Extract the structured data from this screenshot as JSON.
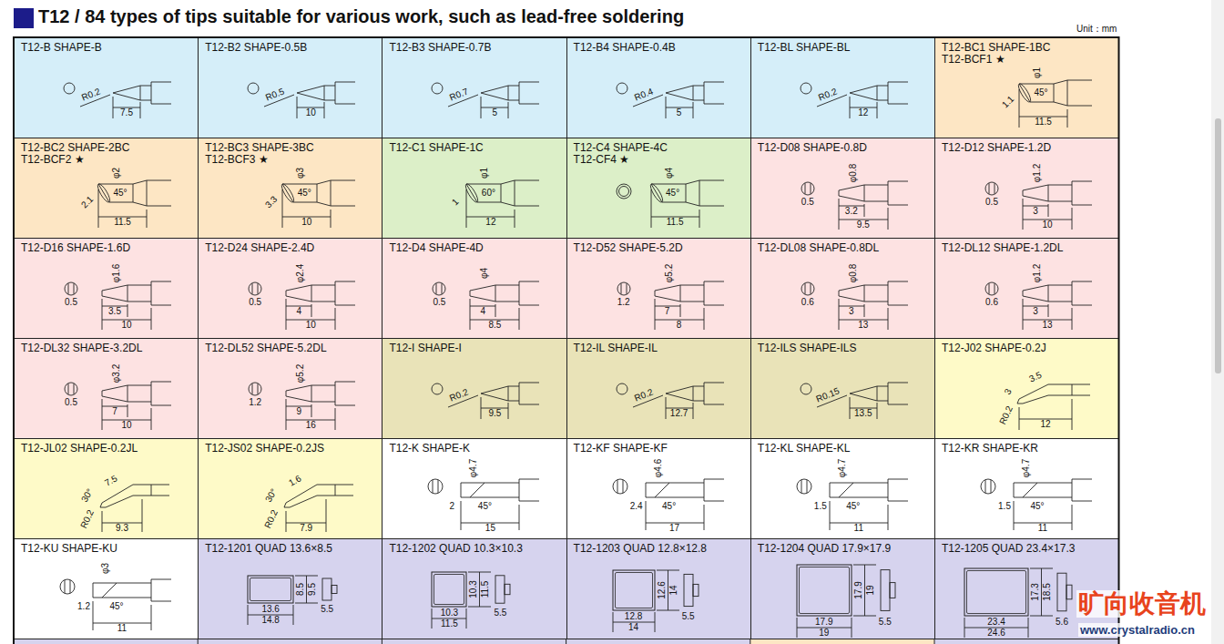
{
  "diagram": {
    "title": "T12 / 84 types of tips suitable for various work, such as lead-free soldering",
    "nodes": [
      {
        "text": [
          "T12-B SHAPE-B",
          "R0.2",
          "7.5"
        ]
      },
      {
        "text": [
          "T12-B2 SHAPE-0.5B",
          "R0.5",
          "10"
        ]
      },
      {
        "text": [
          "T12-B3 SHAPE-0.7B",
          "R0.7",
          "5"
        ]
      },
      {
        "text": [
          "T12-B4 SHAPE-0.4B",
          "R0.4",
          "5"
        ]
      },
      {
        "text": [
          "T12-BL SHAPE-BL",
          "R0.2",
          "12"
        ]
      },
      {
        "text": [
          "T12-BC1 SHAPE-1BC",
          "T12-BCF1 ★",
          "φ1",
          "1.1",
          "45°",
          "11.5"
        ]
      },
      {
        "text": [
          "T12-BC2 SHAPE-2BC",
          "T12-BCF2 ★",
          "φ2",
          "2.1",
          "45°",
          "11.5"
        ]
      },
      {
        "text": [
          "T12-BC3 SHAPE-3BC",
          "T12-BCF3 ★",
          "φ3",
          "3.3",
          "45°",
          "10"
        ]
      },
      {
        "text": [
          "T12-C1 SHAPE-1C",
          "φ1",
          "1",
          "60°",
          "12"
        ]
      },
      {
        "text": [
          "T12-C4 SHAPE-4C",
          "T12-CF4 ★",
          "φ4",
          "45°",
          "11.5"
        ]
      },
      {
        "text": [
          "T12-D08 SHAPE-0.8D",
          "φ0.8",
          "0.5",
          "3.2",
          "9.5"
        ]
      },
      {
        "text": [
          "T12-D12 SHAPE-1.2D",
          "φ1.2",
          "0.5",
          "3",
          "10"
        ]
      },
      {
        "text": [
          "T12-D16 SHAPE-1.6D",
          "φ1.6",
          "0.5",
          "3.5",
          "10"
        ]
      },
      {
        "text": [
          "T12-D24 SHAPE-2.4D",
          "φ2.4",
          "0.5",
          "4",
          "10"
        ]
      },
      {
        "text": [
          "T12-D4 SHAPE-4D",
          "φ4",
          "0.5",
          "4",
          "8.5"
        ]
      },
      {
        "text": [
          "T12-D52 SHAPE-5.2D",
          "φ5.2",
          "1.2",
          "7",
          "8"
        ]
      },
      {
        "text": [
          "T12-DL08 SHAPE-0.8DL",
          "φ0.8",
          "0.6",
          "3",
          "13"
        ]
      },
      {
        "text": [
          "T12-DL12 SHAPE-1.2DL",
          "φ1.2",
          "0.6",
          "3",
          "13"
        ]
      },
      {
        "text": [
          "T12-DL32 SHAPE-3.2DL",
          "φ3.2",
          "0.5",
          "7",
          "10"
        ]
      },
      {
        "text": [
          "T12-DL52 SHAPE-5.2DL",
          "φ5.2",
          "1.2",
          "9",
          "16"
        ]
      },
      {
        "text": [
          "T12-I SHAPE-I",
          "R0.2",
          "9.5"
        ]
      },
      {
        "text": [
          "T12-IL SHAPE-IL",
          "R0.2",
          "12.7"
        ]
      },
      {
        "text": [
          "T12-ILS SHAPE-ILS",
          "R0.15",
          "13.5"
        ]
      },
      {
        "text": [
          "T12-J02 SHAPE-0.2J",
          "3.5",
          "3",
          "R0.2",
          "12"
        ]
      },
      {
        "text": [
          "T12-JL02 SHAPE-0.2JL",
          "7.5",
          "30°",
          "R0.2",
          "9.3"
        ]
      },
      {
        "text": [
          "T12-JS02 SHAPE-0.2JS",
          "1.6",
          "30°",
          "R0.2",
          "7.9"
        ]
      },
      {
        "text": [
          "T12-K SHAPE-K",
          "φ4.7",
          "2",
          "45°",
          "15"
        ]
      },
      {
        "text": [
          "T12-KF SHAPE-KF",
          "φ4.6",
          "2.4",
          "45°",
          "17"
        ]
      },
      {
        "text": [
          "T12-KL SHAPE-KL",
          "φ4.7",
          "1.5",
          "45°",
          "11"
        ]
      },
      {
        "text": [
          "T12-KR SHAPE-KR",
          "φ4.7",
          "1.5",
          "45°",
          "11"
        ]
      },
      {
        "text": [
          "T12-KU SHAPE-KU",
          "φ3",
          "1.2",
          "45°",
          "11"
        ]
      },
      {
        "text": [
          "T12-1201 QUAD 13.6×8.5",
          "13.6",
          "14.8",
          "8.5",
          "9.5",
          "5.5"
        ]
      },
      {
        "text": [
          "T12-1202 QUAD 10.3×10.3",
          "10.3",
          "11.5",
          "10.3",
          "11.5",
          "5.5"
        ]
      },
      {
        "text": [
          "T12-1203 QUAD 12.8×12.8",
          "12.8",
          "14",
          "12.6",
          "14",
          "5.5"
        ]
      },
      {
        "text": [
          "T12-1204 QUAD 17.9×17.9",
          "17.9",
          "19",
          "17.9",
          "19",
          "5.5"
        ]
      },
      {
        "text": [
          "T12-1205 QUAD 23.4×17.3",
          "23.4",
          "24.6",
          "17.3",
          "18.5",
          "5.6"
        ]
      }
    ],
    "labels": [
      "Unit：mm",
      "旷向收音机",
      "www.crystalradio.cn"
    ]
  }
}
